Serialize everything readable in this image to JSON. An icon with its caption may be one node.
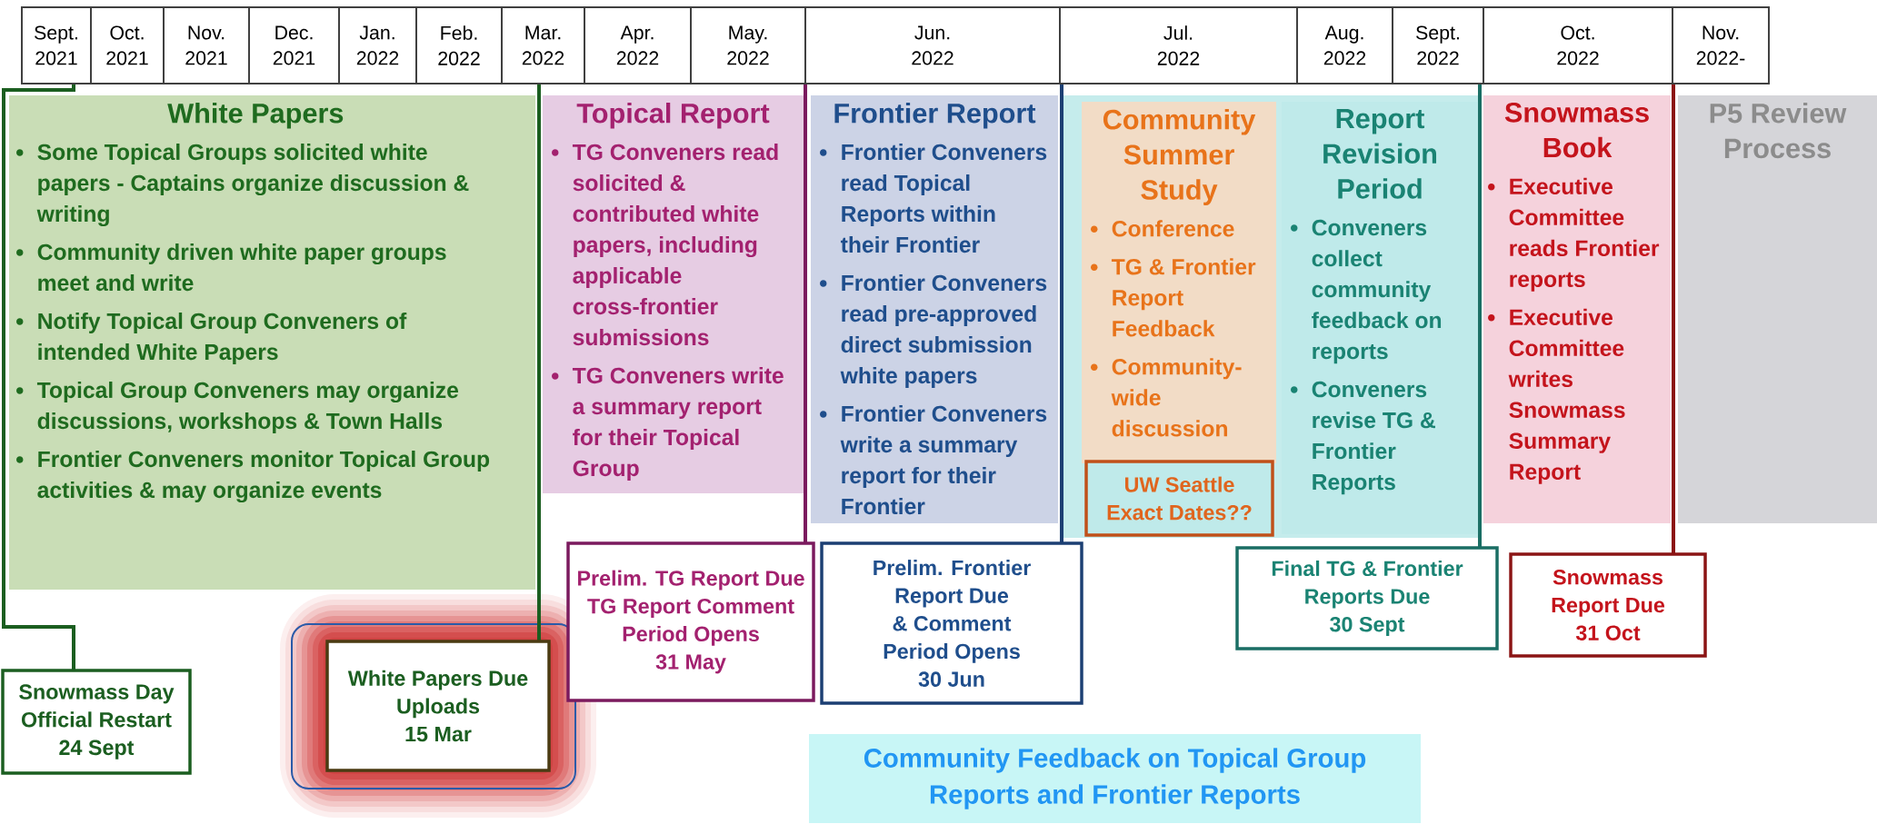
{
  "diagram": {
    "nodes": [
      {
        "text": [
          "Sept. 2021"
        ]
      },
      {
        "text": [
          "Oct. 2021"
        ]
      },
      {
        "text": [
          "Nov. 2021"
        ]
      },
      {
        "text": [
          "Dec. 2021"
        ]
      },
      {
        "text": [
          "Jan. 2022"
        ]
      },
      {
        "text": [
          "Feb. 2022"
        ]
      },
      {
        "text": [
          "Mar. 2022"
        ]
      },
      {
        "text": [
          "Apr. 2022"
        ]
      },
      {
        "text": [
          "May. 2022"
        ]
      },
      {
        "text": [
          "Jun. 2022"
        ]
      },
      {
        "text": [
          "Jul. 2022"
        ]
      },
      {
        "text": [
          "Aug. 2022"
        ]
      },
      {
        "text": [
          "Sept. 2022"
        ]
      },
      {
        "text": [
          "Oct. 2022"
        ]
      },
      {
        "text": [
          "Nov. 2022-"
        ]
      },
      {
        "text": [
          "White Papers",
          "Some Topical Groups solicited white papers - Captains organize discussion & writing",
          "Community driven white paper groups meet and write",
          "Notify Topical Group Conveners of intended White Papers",
          "Topical Group Conveners may organize discussions, workshops & Town Halls",
          "Frontier Conveners monitor Topical Group activities & may organize events"
        ]
      },
      {
        "text": [
          "Topical Report",
          "TG Conveners read solicited & contributed white papers, including applicable cross-frontier submissions",
          "TG Conveners write a summary report for their Topical Group"
        ]
      },
      {
        "text": [
          "Frontier Report",
          "Frontier Conveners read Topical Reports within their Frontier",
          "Frontier Conveners read pre-approved direct submission white papers",
          "Frontier Conveners write a summary report for their Frontier"
        ]
      },
      {
        "text": [
          "Community Summer Study",
          "Conference",
          "TG & Frontier Report Feedback",
          "Community-wide discussion"
        ]
      },
      {
        "text": [
          "Report Revision Period",
          "Conveners collect community feedback on reports",
          "Conveners revise TG & Frontier Reports"
        ]
      },
      {
        "text": [
          "Snowmass Book",
          "Executive Committee reads Frontier reports",
          "Executive Committee writes Snowmass Summary Report"
        ]
      },
      {
        "text": [
          "P5 Review Process"
        ]
      },
      {
        "text": [
          "Snowmass Day Official Restart",
          "24 Sept"
        ]
      },
      {
        "text": [
          "White Papers Due",
          "Uploads",
          "15 Mar"
        ]
      },
      {
        "text": [
          "Prelim. TG Report Due",
          "TG Report Comment Period Opens",
          "31 May"
        ]
      },
      {
        "text": [
          "Prelim. Frontier Report Due",
          "& Comment Period Opens",
          "30 Jun"
        ]
      },
      {
        "text": [
          "UW Seattle Exact Dates??"
        ]
      },
      {
        "text": [
          "Final TG & Frontier Reports Due",
          "30 Sept"
        ]
      },
      {
        "text": [
          "Snowmass Report Due",
          "31 Oct"
        ]
      },
      {
        "text": [
          "Community Feedback on Topical Group Reports and Frontier Reports"
        ]
      }
    ],
    "edges": [
      {
        "from": 0,
        "to": 22,
        "arrow": "none",
        "color": "#1b5e20"
      },
      {
        "from": 6,
        "to": 23,
        "arrow": "none",
        "color": "#1b5e20"
      },
      {
        "from": 8,
        "to": 24,
        "arrow": "none",
        "color": "#7b1a5e"
      },
      {
        "from": 9,
        "to": 25,
        "arrow": "none",
        "color": "#1c3f73"
      },
      {
        "from": 12,
        "to": 27,
        "arrow": "none",
        "color": "#1a6e64"
      },
      {
        "from": 13,
        "to": 28,
        "arrow": "none",
        "color": "#8b1414"
      }
    ]
  }
}
